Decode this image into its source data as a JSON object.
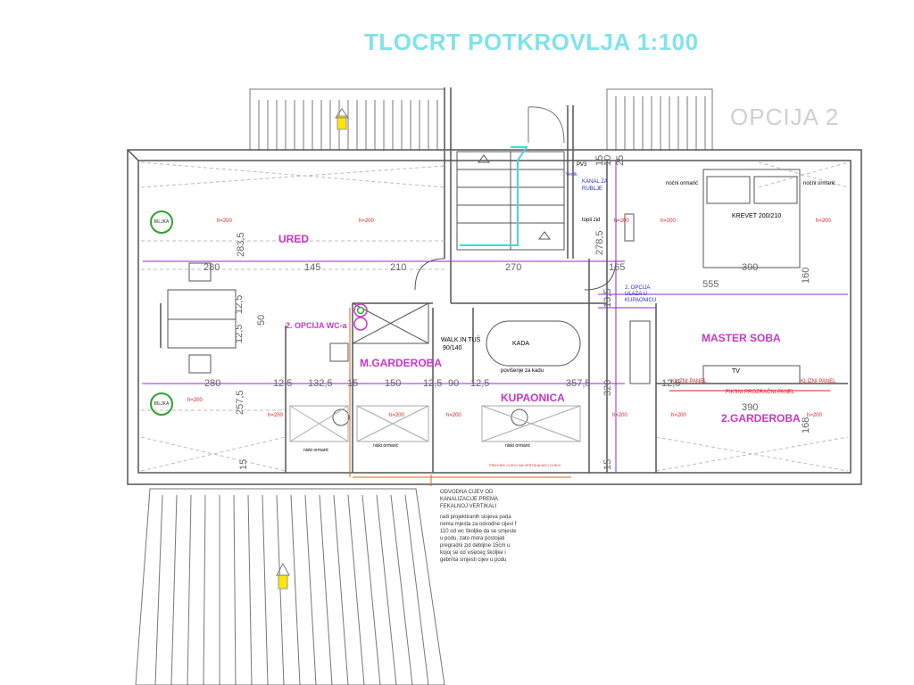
{
  "title": "TLOCRT POTKROVLJA 1:100",
  "option_label": "OPCIJA 2",
  "rooms": {
    "office": "URED",
    "master_bedroom": "MASTER SOBA",
    "wardrobe_m": "M.GARDEROBA",
    "bathroom": "KUPAONICA",
    "wardrobe_2": "2.GARDEROBA",
    "wc_option": "2. OPCIJA WC-a"
  },
  "fixtures": {
    "walk_in_line1": "WALK IN TUŠ",
    "walk_in_line2": "90/140",
    "bath": "KADA",
    "bath_raise": "povišenje za kadu",
    "bed": "KREVET 200/210",
    "tv": "TV",
    "sliding_left": "KLIZNI PANEL",
    "sliding_right": "KLIZNI PANEL",
    "fixed_panel": "FIKSNI PROZRAČNI PANEL",
    "night_table_left": "noćni ormarić",
    "night_table_right": "noćni ormarić",
    "heated_floor": "topli zid",
    "low_cabinet_1": "niski ormarić",
    "low_cabinet_2": "niski ormarić",
    "low_cabinet_3": "niski ormarić",
    "channel_line1": "KANAL ZA",
    "channel_line2": "RUBLJE",
    "entrance_option_1": "2. OPCIJA",
    "entrance_option_2": "ULAZA U",
    "entrance_option_3": "KUPAONICU",
    "ventilation": "PV3",
    "vertikala": "Vertik."
  },
  "plants": [
    "BILJKA",
    "BILJKA"
  ],
  "heights": [
    "h=200",
    "h=200",
    "h=200",
    "h=200",
    "h=200",
    "h=200",
    "h=200",
    "h=200",
    "h=200",
    "h=200",
    "h=200",
    "h=200"
  ],
  "dimensions": {
    "d280a": "280",
    "d145": "145",
    "d210": "210",
    "d270": "270",
    "d165": "165",
    "d390a": "390",
    "d555": "555",
    "d280b": "280",
    "d12_5a": "12,5",
    "d132_5": "132,5",
    "d15": "15",
    "d150": "150",
    "d12_5b": "12,5",
    "d90": "90",
    "d12_5c": "12,5",
    "d357_5": "357,5",
    "d390b": "390",
    "d12_5d": "12,5",
    "v283_5": "283,5",
    "v12_5": "12,5",
    "v50": "50",
    "v12_5b": "12,5",
    "v257_5": "257,5",
    "v15a": "15",
    "v278_5": "278,5",
    "v15b": "15",
    "v25": "25",
    "v10": "10",
    "v320": "320",
    "v13_5": "13,5",
    "v160": "160",
    "v168": "168",
    "v15c": "15"
  },
  "stair_note": "PRESJEK CIJEVI NA VERTIKALNOJ CIJEVI",
  "notes": [
    "ODVODNA CIJEV OD KANALIZACIJE PREMA FEKALNOJ VERTIKALI",
    "radi projektiranih slojeva poda nema mjesta za odvodne cijevi f 110 od wc školjke da se smjeste u podu, zato mora postojati pregradni zid debljine 15cm u kojoj se od visećeg školjke i gebrrita smjesti cijev u podu"
  ],
  "colors": {
    "room_label": "#c837c8",
    "title": "#7fe3ea",
    "plant": "#2da32d",
    "dim_line": "#8a2be2",
    "stair_highlight": "#46d6d6",
    "pipe": "#d2691e"
  }
}
